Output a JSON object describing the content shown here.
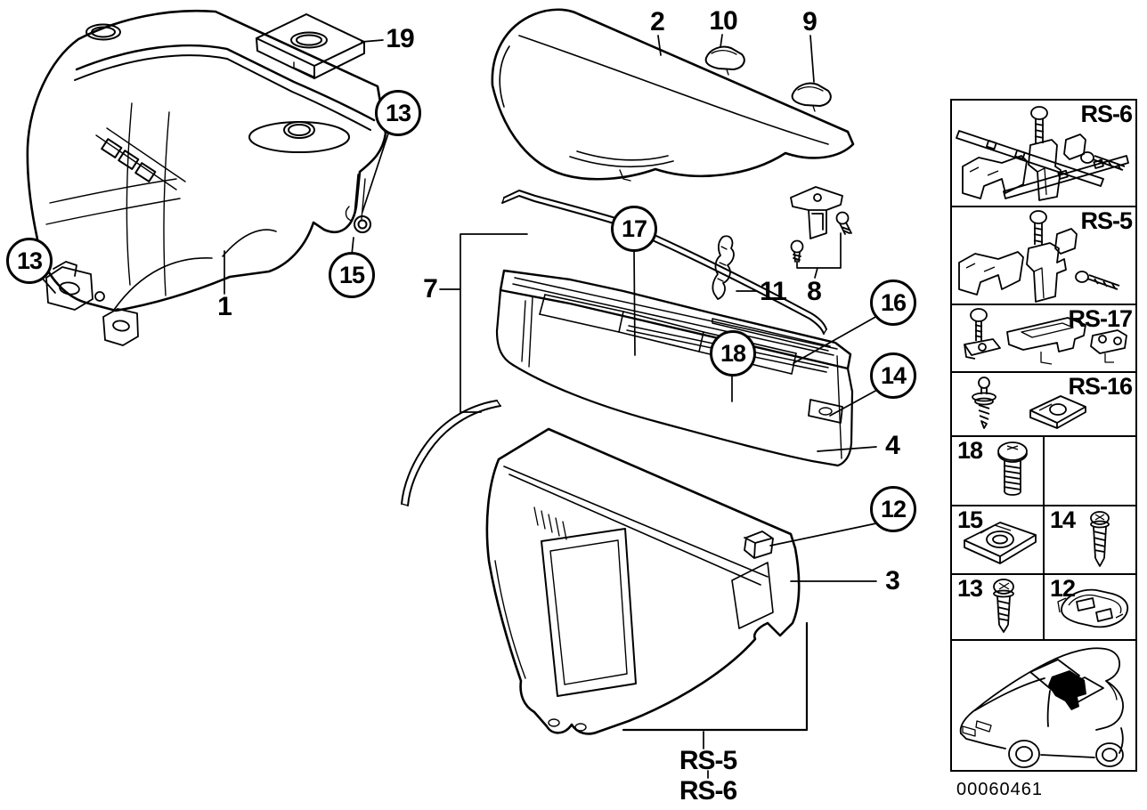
{
  "figure": {
    "title": "Console exploded parts diagram",
    "image_id": "00060461",
    "colors": {
      "line": "#000000",
      "background": "#ffffff"
    }
  },
  "callouts": {
    "c1": "1",
    "c2": "2",
    "c3": "3",
    "c4": "4",
    "c7": "7",
    "c8": "8",
    "c9": "9",
    "c10": "10",
    "c11": "11",
    "c12": "12",
    "c13a": "13",
    "c13b": "13",
    "c14": "14",
    "c15": "15",
    "c16": "16",
    "c17": "17",
    "c18": "18",
    "c19": "19",
    "rs5": "RS-5",
    "rs6": "RS-6"
  },
  "sidebar": {
    "cells": [
      {
        "label": "RS-6",
        "icon": "rail-bracket-kit"
      },
      {
        "label": "RS-5",
        "icon": "bracket-kit"
      },
      {
        "label": "RS-17",
        "icon": "screw-bracket-kit"
      },
      {
        "label": "RS-16",
        "icon": "rivet-speednut-kit"
      },
      {
        "label": "18",
        "icon": "machine-screw"
      },
      {
        "label": "",
        "icon": "empty"
      },
      {
        "label": "15",
        "icon": "speed-nut"
      },
      {
        "label": "14",
        "icon": "tapping-screw"
      },
      {
        "label": "13",
        "icon": "tapping-screw"
      },
      {
        "label": "12",
        "icon": "end-cap"
      },
      {
        "label": "",
        "icon": "car-location"
      }
    ]
  }
}
